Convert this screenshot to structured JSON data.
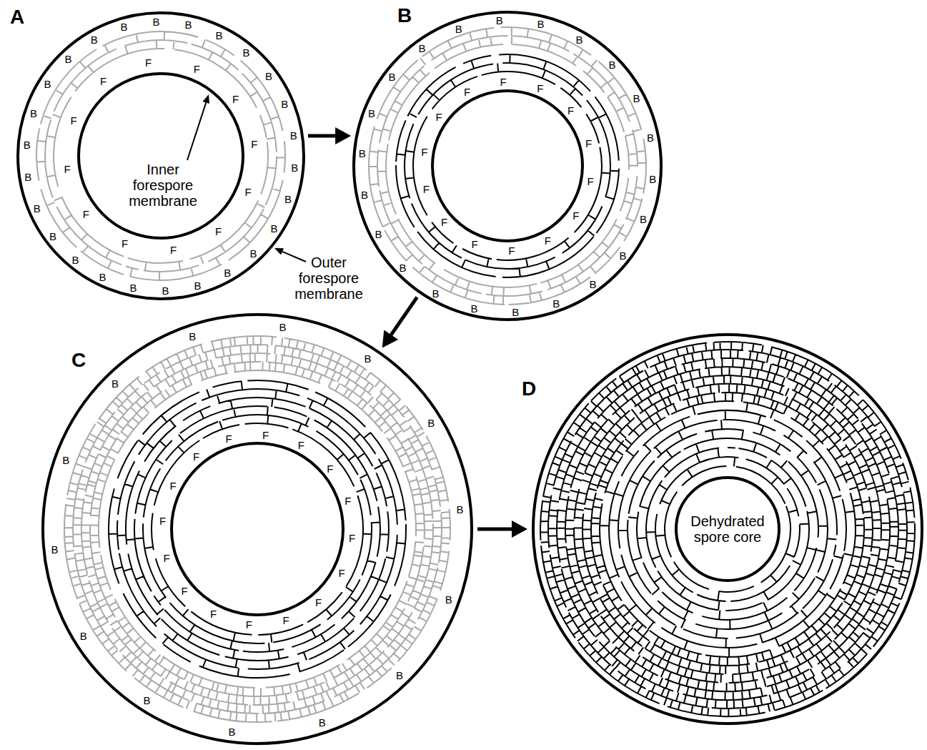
{
  "diagram": {
    "nodes": [
      {
        "text": [
          "A"
        ]
      },
      {
        "text": [
          "B"
        ]
      },
      {
        "text": [
          "C"
        ]
      },
      {
        "text": [
          "D"
        ]
      },
      {
        "text": [
          "Dehydrated spore core"
        ],
        "in": 3
      }
    ],
    "edges": [
      {
        "from": 0,
        "to": 1,
        "arrow": "to"
      },
      {
        "from": 1,
        "to": 2,
        "arrow": "to"
      },
      {
        "from": 2,
        "to": 3,
        "arrow": "to"
      }
    ],
    "labels": [
      "Inner forespore membrane",
      "Outer forespore membrane",
      "F",
      "F",
      "F",
      "F",
      "F",
      "F",
      "F",
      "F",
      "F",
      "F",
      "F",
      "F",
      "B",
      "B",
      "B",
      "B",
      "B",
      "B",
      "B",
      "B",
      "B",
      "B",
      "B",
      "B",
      "B",
      "B",
      "B",
      "B",
      "B",
      "B",
      "B",
      "B",
      "B",
      "B",
      "B",
      "B",
      "B",
      "B",
      "F",
      "F",
      "F",
      "F",
      "F",
      "F",
      "F",
      "F",
      "F",
      "F",
      "F",
      "F",
      "F",
      "F",
      "B",
      "B",
      "B",
      "B",
      "B",
      "B",
      "B",
      "B",
      "B",
      "B",
      "B",
      "B",
      "B",
      "B",
      "B",
      "B",
      "B",
      "B",
      "B",
      "B",
      "B",
      "B",
      "F",
      "F",
      "F",
      "F",
      "F",
      "F",
      "F",
      "F",
      "F",
      "F",
      "F",
      "F",
      "F",
      "F",
      "F",
      "F",
      "B",
      "B",
      "B",
      "B",
      "B",
      "B",
      "B",
      "B",
      "B",
      "B",
      "B",
      "B",
      "B",
      "B"
    ]
  }
}
